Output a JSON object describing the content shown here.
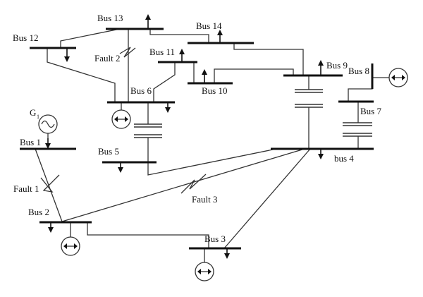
{
  "buses": {
    "bus1": "Bus 1",
    "bus2": "Bus 2",
    "bus3": "Bus 3",
    "bus4": "bus 4",
    "bus5": "Bus 5",
    "bus6": "Bus 6",
    "bus7": "Bus 7",
    "bus8": "Bus 8",
    "bus9": "Bus 9",
    "bus10": "Bus 10",
    "bus11": "Bus 11",
    "bus12": "Bus 12",
    "bus13": "Bus 13",
    "bus14": "Bus 14"
  },
  "faults": {
    "fault1": "Fault 1",
    "fault2": "Fault 2",
    "fault3": "Fault 3"
  },
  "generator": {
    "letter": "G",
    "subscript": "1"
  },
  "icons": {
    "generator": "sine-wave-icon",
    "synchronous_compensator": "double-arrow-icon",
    "load": "down-arrow-icon",
    "transformer": "two-plate-transformer-icon"
  }
}
